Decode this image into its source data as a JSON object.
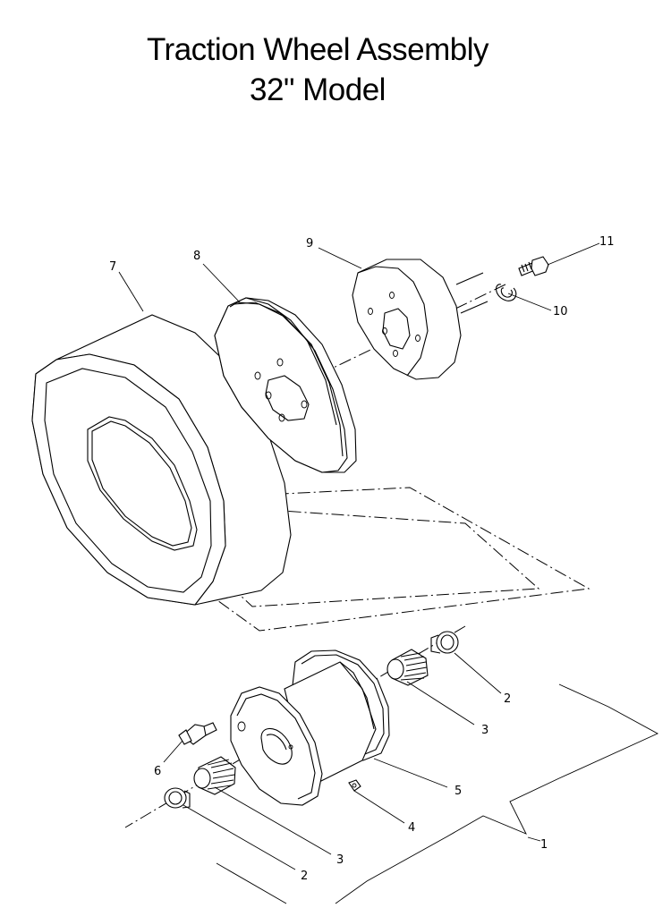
{
  "title": {
    "line1": "Traction Wheel Assembly",
    "line2": "32\" Model"
  },
  "callouts": {
    "c1": "1",
    "c2a": "2",
    "c2b": "2",
    "c3a": "3",
    "c3b": "3",
    "c4": "4",
    "c5": "5",
    "c6": "6",
    "c7": "7",
    "c8": "8",
    "c9": "9",
    "c10": "10",
    "c11": "11"
  }
}
